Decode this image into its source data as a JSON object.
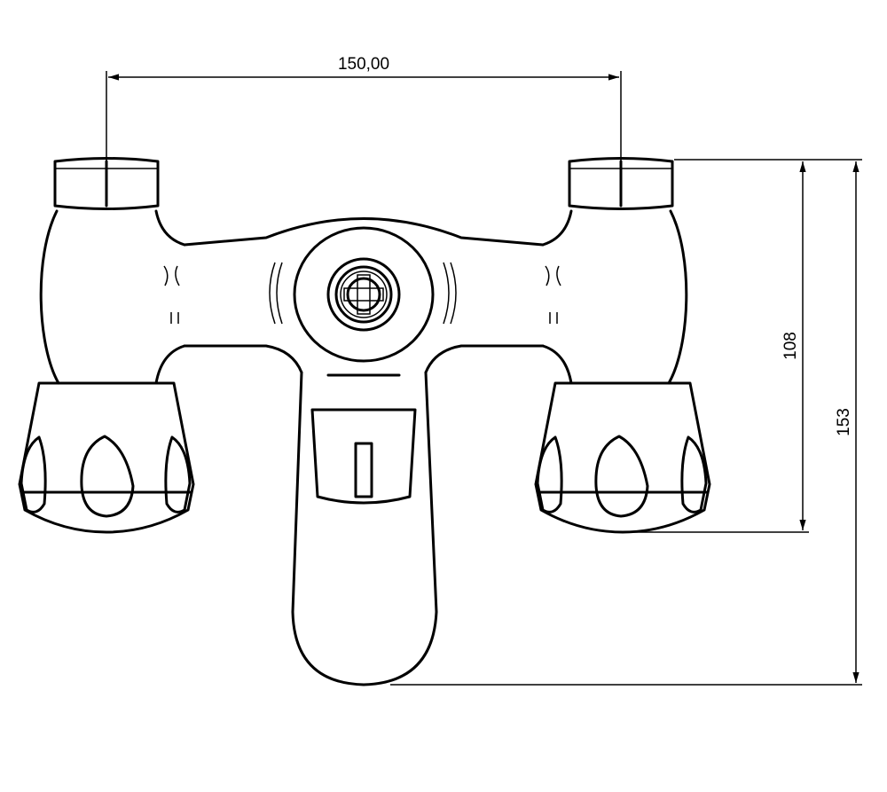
{
  "dimensions": {
    "width_label": "150,00",
    "inner_height_label": "108",
    "outer_height_label": "153"
  }
}
